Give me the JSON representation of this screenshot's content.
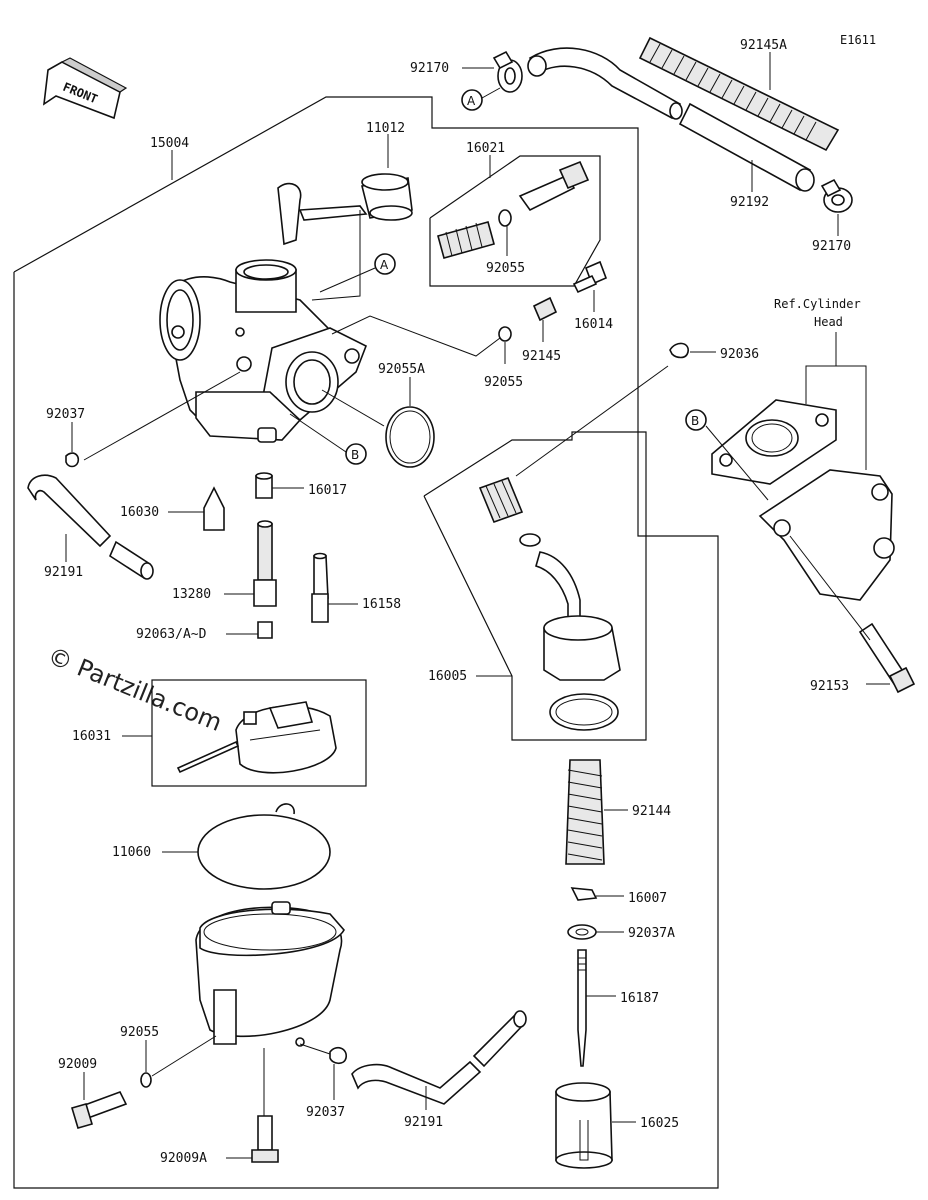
{
  "diagram_code": "E1611",
  "front_label": "FRONT",
  "watermark": "© Partzilla.com",
  "ref_label_line1": "Ref.Cylinder",
  "ref_label_line2": "Head",
  "callouts": {
    "a": "A",
    "b": "B"
  },
  "parts": {
    "p92170_top": "92170",
    "p92145A": "92145A",
    "p92192": "92192",
    "p92170_right": "92170",
    "p15004": "15004",
    "p11012": "11012",
    "p16021": "16021",
    "p92055_upper": "92055",
    "p16014": "16014",
    "p92145": "92145",
    "p92055_mid": "92055",
    "p92055A": "92055A",
    "p92036": "92036",
    "p92037_left": "92037",
    "p16017": "16017",
    "p16030": "16030",
    "p92191_left": "92191",
    "p13280": "13280",
    "p16158": "16158",
    "p92063": "92063/A~D",
    "p16005": "16005",
    "p92153": "92153",
    "p16031": "16031",
    "p92144": "92144",
    "p11060": "11060",
    "p16007": "16007",
    "p92037A": "92037A",
    "p16187": "16187",
    "p92055_low": "92055",
    "p92009": "92009",
    "p92037_low": "92037",
    "p92191_low": "92191",
    "p16025": "16025",
    "p92009A": "92009A"
  }
}
